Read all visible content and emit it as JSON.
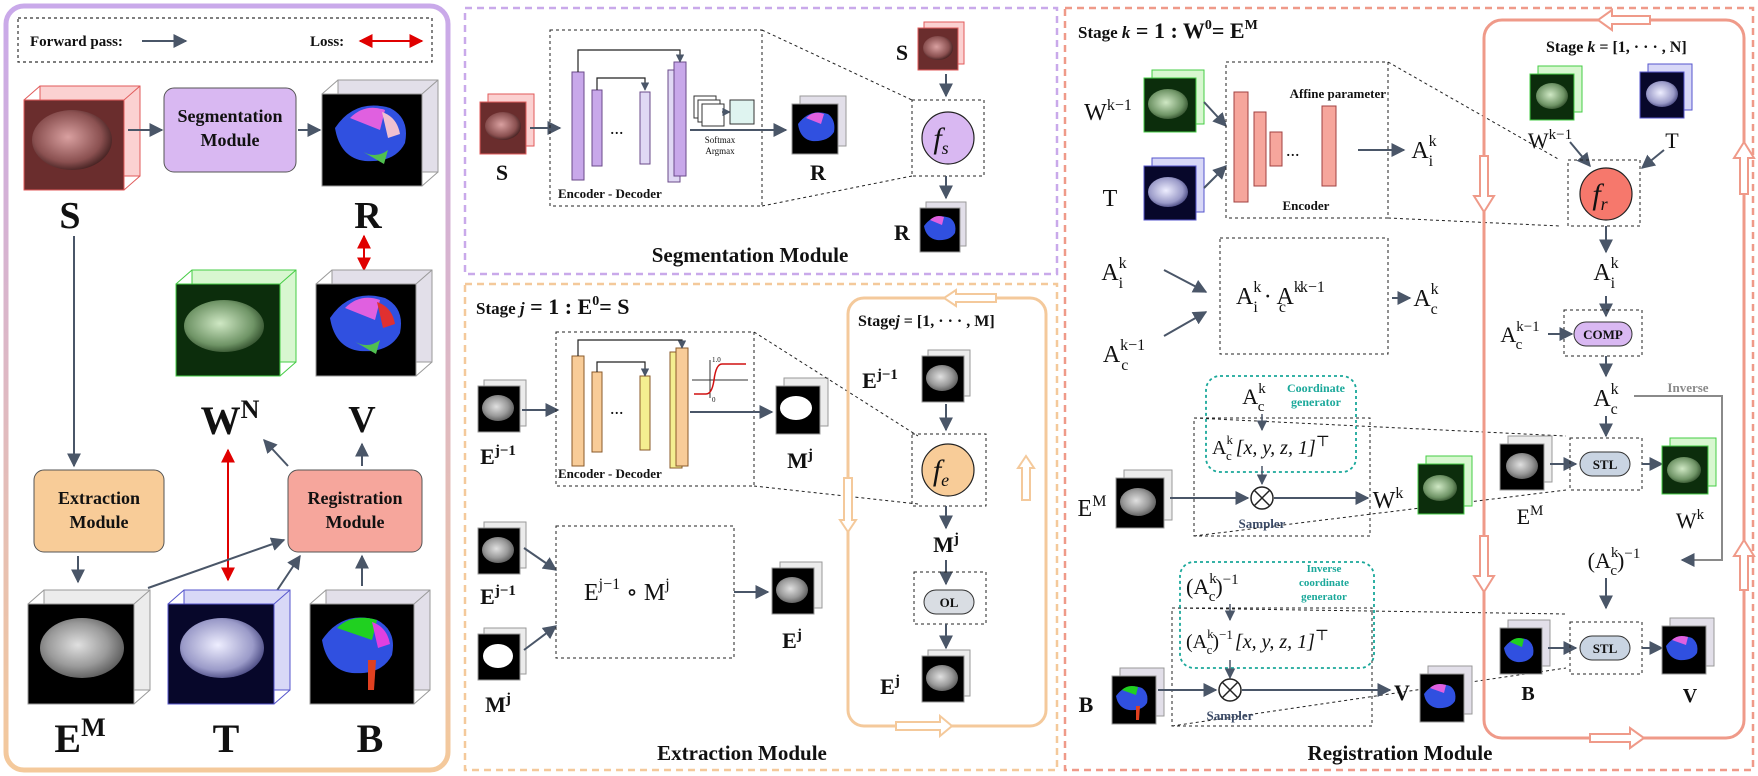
{
  "legend": {
    "forward_label": "Forward pass:",
    "loss_label": "Loss:"
  },
  "overview": {
    "S": "S",
    "R": "R",
    "W": "W",
    "W_sup": "N",
    "V": "V",
    "EM": "E",
    "EM_sup": "M",
    "T": "T",
    "B": "B",
    "seg_module": [
      "Segmentation",
      "Module"
    ],
    "ext_module": [
      "Extraction",
      "Module"
    ],
    "reg_module": [
      "Registration",
      "Module"
    ]
  },
  "segmentation": {
    "title": "Segmentation Module",
    "input": "S",
    "output": "R",
    "encdec": "Encoder - Decoder",
    "softmax": "Softmax",
    "argmax": "Argmax",
    "right_S": "S",
    "right_R": "R",
    "func": "f",
    "func_sub": "s"
  },
  "extraction": {
    "title": "Extraction Module",
    "stage1_text": "Stage",
    "stage1_var": "j",
    "stage1_eq": " = 1 : E",
    "stage1_sup": "0",
    "stage1_tail": "= S",
    "stage_range": "Stage",
    "stage_range_var": "j",
    "stage_range_eq": " = [1, · · · , M]",
    "encdec": "Encoder - Decoder",
    "curve_tick": "1.0",
    "curve_zero": "0",
    "E": "E",
    "E_sup": "j−1",
    "M": "M",
    "M_sup": "j",
    "Ej_sup": "j",
    "compose": "E",
    "compose_sup": "j−1",
    "compose_op": " ∘ M",
    "compose_sup2": "j",
    "func": "f",
    "func_sub": "e",
    "ol": "OL"
  },
  "registration": {
    "title": "Registration Module",
    "stage1": "Stage",
    "stage1_var": "k",
    "stage1_eq": " = 1 : W",
    "stage1_sup": "0",
    "stage1_tail": "= E",
    "stage1_tail_sup": "M",
    "stage_range": "Stage",
    "stage_range_var": "k",
    "stage_range_eq": " = [1, · · · , N]",
    "W": "W",
    "W_sup": "k−1",
    "T": "T",
    "affine": "Affine parameter",
    "encoder": "Encoder",
    "A": "A",
    "Ai_sup": "k",
    "Ai_sub": "i",
    "Ac_sub": "c",
    "Ac_sup_prev": "k−1",
    "dot": " · ",
    "func": "f",
    "func_sub": "r",
    "comp": "COMP",
    "coord_gen": [
      "Coordinate",
      "generator"
    ],
    "inv_coord_gen": [
      "Inverse",
      "coordinate",
      "generator"
    ],
    "vec": "[x, y, z, 1]",
    "transpose": "⊤",
    "inv_sup": "−1",
    "sampler": "Sampler",
    "stl": "STL",
    "inverse": "Inverse",
    "EM": "E",
    "EM_sup": "M",
    "Wk": "W",
    "Wk_sup": "k",
    "B": "B",
    "V": "V"
  },
  "colors": {
    "purple_border": "#c9a9ea",
    "orange_border": "#f4c99b",
    "salmon_border": "#ef9a89",
    "seg_box": "#d9b8f2",
    "ext_box": "#f8cc98",
    "reg_box": "#f6a69c",
    "arrow": "#4a5668",
    "loss": "#e00000",
    "teal": "#1aa89a"
  }
}
